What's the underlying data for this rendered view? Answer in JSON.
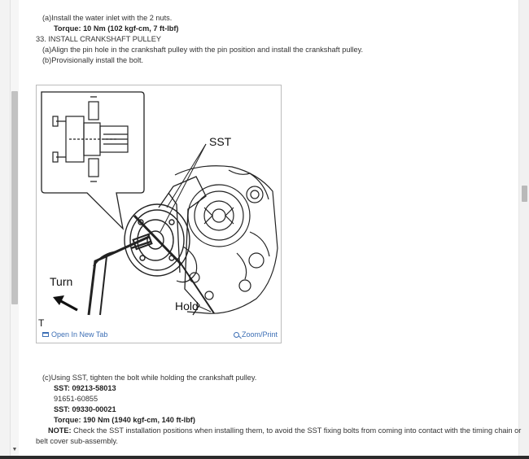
{
  "steps": {
    "a_install_inlet": "(a)Install the water inlet with the 2 nuts.",
    "torque_1": "Torque: 10 Nm (102 kgf-cm, 7 ft-lbf)",
    "step_33": "33. INSTALL CRANKSHAFT PULLEY",
    "a_align": "(a)Align the pin hole in the crankshaft pulley with the pin position and install the crankshaft pulley.",
    "b_provisional": "(b)Provisionally install the bolt.",
    "c_using_sst": "(c)Using SST, tighten the bolt while holding the crankshaft pulley.",
    "sst_1": "SST: 09213-58013",
    "part_no": "91651-60855",
    "sst_2": "SST: 09330-00021",
    "torque_2": "Torque: 190 Nm (1940 kgf-cm, 140 ft-lbf)",
    "note_label": "NOTE:",
    "note_text": " Check the SST installation positions when installing them, to avoid the SST fixing bolts from coming into contact with the timing chain or",
    "note_text_2": "belt cover sub-assembly."
  },
  "figure": {
    "label_sst": "SST",
    "label_turn": "Turn",
    "label_hold": "Hold",
    "label_t": "T",
    "open_new_tab": "Open In New Tab",
    "zoom_print": "Zoom/Print"
  },
  "icons": [
    "open-tab-icon",
    "zoom-icon",
    "scroll-down-arrow-icon"
  ],
  "colors": {
    "link": "#3d6fb5",
    "text": "#333333",
    "scrollbar_thumb": "#c2c2c2"
  }
}
